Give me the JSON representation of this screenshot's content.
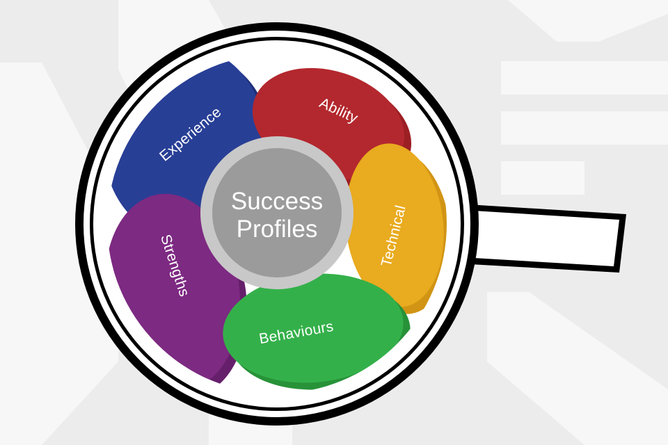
{
  "diagram": {
    "center": {
      "lines": [
        "Success",
        "Profiles"
      ]
    },
    "petals": [
      {
        "label": "Ability",
        "color": "#b3282e",
        "shade": "#9c1f24"
      },
      {
        "label": "Technical",
        "color": "#e9ab1f",
        "shade": "#d19414"
      },
      {
        "label": "Behaviours",
        "color": "#34b04a",
        "shade": "#279238"
      },
      {
        "label": "Strengths",
        "color": "#7d2a82",
        "shade": "#66206b"
      },
      {
        "label": "Experience",
        "color": "#283f96",
        "shade": "#1d2f7a"
      }
    ]
  },
  "colors": {
    "background": "#ececec",
    "watermark": "#f7f7f7",
    "frame": "#000000",
    "center_ring": "#c8c8c8",
    "center_fill": "#9b9b9b"
  }
}
